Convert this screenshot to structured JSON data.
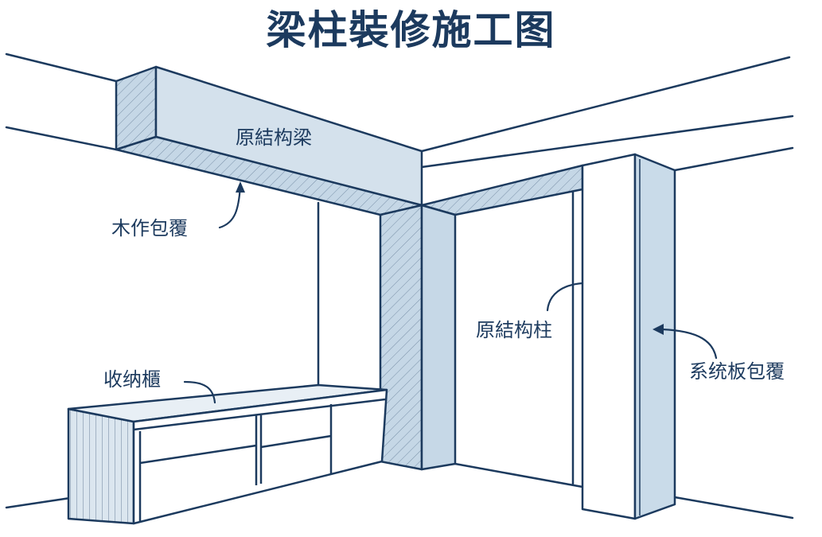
{
  "title": "梁柱裝修施工图",
  "colors": {
    "ink": "#1c3a5e",
    "fill_light": "#d6e3ee",
    "fill_mid": "#c0d3e3",
    "paper": "#ffffff"
  },
  "labels": {
    "beam": "原結构梁",
    "wood_wrap": "木作包覆",
    "storage_cabinet": "收纳櫃",
    "column": "原結构柱",
    "system_board_wrap": "系统板包覆"
  }
}
